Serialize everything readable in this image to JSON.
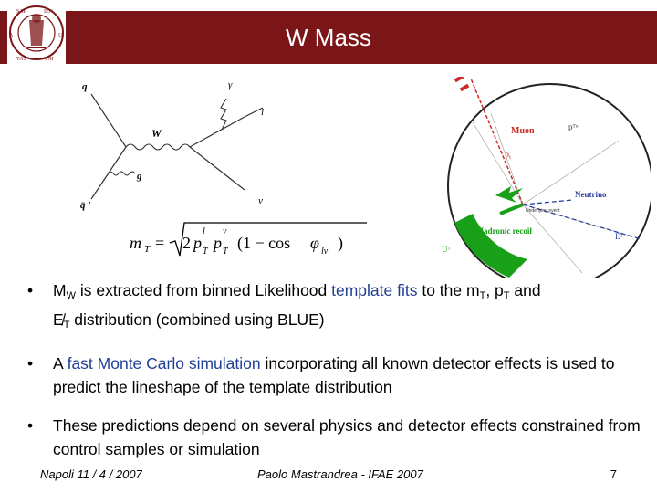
{
  "title": "W Mass",
  "logo": {
    "text": "SAPIENZA UNIVERSITAS"
  },
  "feynman": {
    "q": "q",
    "qbar": "q̄ '",
    "W": "W",
    "g": "g",
    "gamma": "γ",
    "l": "l",
    "nu": "ν"
  },
  "formula": {
    "lhs": "m",
    "lhs_sub": "T",
    "equals": "=",
    "coef": "2",
    "p1": "p",
    "p1_sub": "T",
    "p1_sup": "l",
    "p2": "p",
    "p2_sub": "T",
    "p2_sup": "ν",
    "paren": "(1 − cos ",
    "phi": "φ",
    "phi_sub": "lν",
    "close": ")"
  },
  "detector": {
    "muon": "Muon",
    "pt_mu": "pᵀᵘ",
    "pt_label": "Pₜ",
    "neutrino": "Neutrino",
    "underlying": "Underlying event",
    "recoil": "Hadronic recoil",
    "ut": "Uᵀ",
    "et": "Eᵀ"
  },
  "bullets": [
    {
      "mw": "M",
      "mw_sub": "W",
      "t1": " is extracted from binned Likelihood ",
      "hl": "template fits",
      "t2": " to the m",
      "mt_sub": "T",
      "t3": ", p",
      "pt_sub": "T",
      "t4": " and",
      "et": "E̸",
      "et_sub": "T",
      "t5": " distribution (combined using BLUE)"
    },
    {
      "t1": "A ",
      "hl": "fast Monte Carlo simulation",
      "t2": " incorporating all known detector effects is used to predict the lineshape of the template distribution"
    },
    {
      "t1": "These predictions depend on several physics and detector effects constrained from control samples or simulation"
    }
  ],
  "footer": {
    "left": "Napoli 11 / 4 / 2007",
    "center": "Paolo Mastrandrea - IFAE 2007",
    "page": "7"
  },
  "colors": {
    "title_bar": "#7b1618",
    "highlight": "#1f3f94",
    "muon": "#cc2a2a",
    "neutrino": "#2a3fa0",
    "recoil": "#18a018"
  }
}
